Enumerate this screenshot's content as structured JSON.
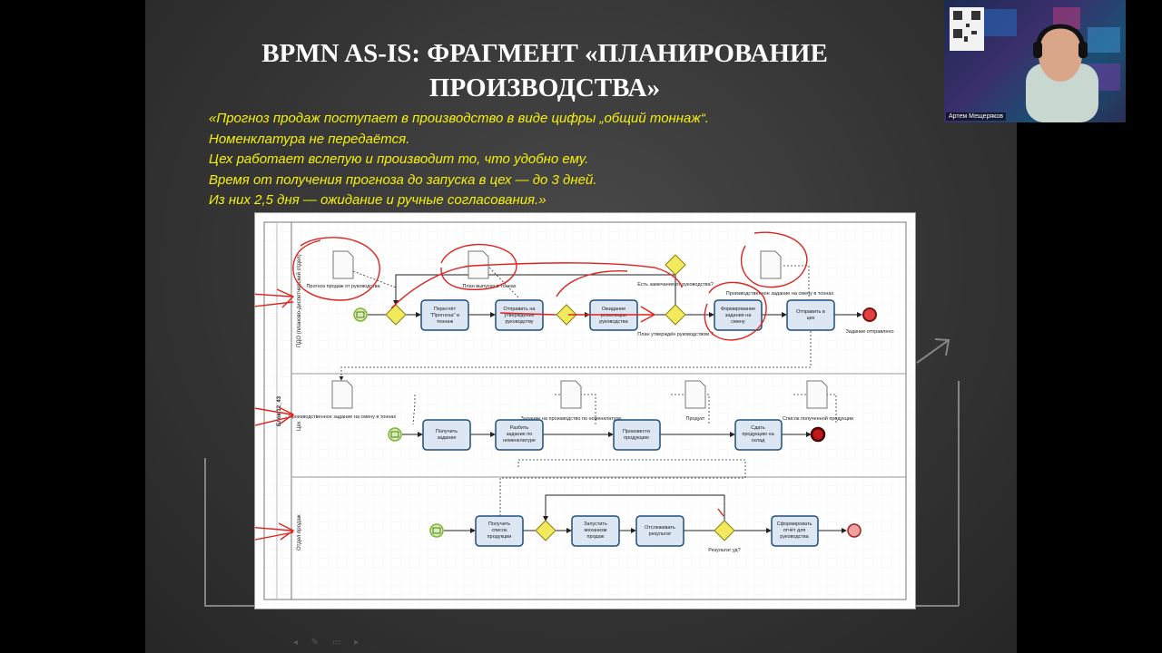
{
  "slide": {
    "title_line1": "BPMN AS-IS: ФРАГМЕНТ «ПЛАНИРОВАНИЕ",
    "title_line2": "ПРОИЗВОДСТВА»",
    "quote": [
      "«Прогноз продаж поступает в производство в виде цифры „общий тоннаж“.",
      "Номенклатура не передаётся.",
      "Цех работает вслепую и производит то, что удобно ему.",
      "Время от получения прогноза до запуска в цех — до 3 дней.",
      "Из них 2,5 дня — ожидание и ручные согласования.»"
    ],
    "controls": "◂ ✎ ▭ ▸"
  },
  "diagram": {
    "lanes": {
      "lane1": "ПДО (планово-диспетчерский отдел)",
      "lane2": "Цех",
      "lane3": "Отдел продаж",
      "pool": "Блок 12_43"
    },
    "lane1": {
      "doc1": "Прогноз продаж от руководства",
      "doc2": "План выпуска в тоннах",
      "doc3": "Производственное задание на смену в тоннах",
      "task1": [
        "Пересчёт",
        "\"Прогноза\" в",
        "тоннаж"
      ],
      "task2": [
        "Отправить на",
        "утверждение",
        "руководству"
      ],
      "task3": [
        "Ожидание",
        "резолюции",
        "руководства"
      ],
      "task4": [
        "Формирование",
        "задания на",
        "смену"
      ],
      "task5": [
        "Отправить в",
        "цех"
      ],
      "gw_top": "Есть замечания от руководства?",
      "gw_mid": "План утверждён руководством ?",
      "end": "Задание отправлено"
    },
    "lane2": {
      "doc1": "Производственное задание на смену в тоннах",
      "doc2": "Задание на производство по номенклатуре",
      "doc3": "Продукт",
      "doc4": "Список полученной продукции",
      "task1": [
        "Получить",
        "задание"
      ],
      "task2": [
        "Разбить",
        "задание по",
        "номенклатуре"
      ],
      "task3": [
        "Произвести",
        "продукцию"
      ],
      "task4": [
        "Сдать",
        "продукцию на",
        "склад"
      ]
    },
    "lane3": {
      "task1": [
        "Получить",
        "список",
        "продукции"
      ],
      "task2": [
        "Запустить",
        "механизм",
        "продаж"
      ],
      "task3": [
        "Отслеживать",
        "результат"
      ],
      "task4": [
        "Сформировать",
        "отчёт для",
        "руководства"
      ],
      "gw": "Результат уд?"
    }
  },
  "webcam": {
    "name": "Артем Мещеряков"
  },
  "colors": {
    "accent_yellow": "#f5f00a",
    "annotation_red": "#e0221e",
    "task_blue": "#1e4f7a",
    "task_fill": "#dde6f3"
  }
}
